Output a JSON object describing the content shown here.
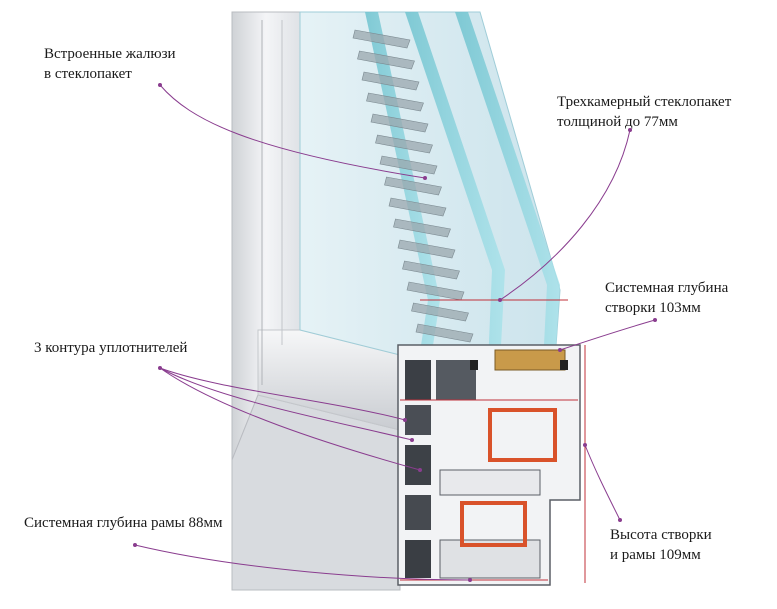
{
  "callouts": {
    "blinds": {
      "line1": "Встроенные жалюзи",
      "line2": "в стеклопакет"
    },
    "glazing": {
      "line1": "Трехкамерный стеклопакет",
      "line2": "толщиной до 77мм"
    },
    "sash_depth": {
      "line1": "Системная глубина",
      "line2": "створки 103мм"
    },
    "seals": {
      "line1": "3 контура уплотнителей"
    },
    "frame_depth": {
      "line1": "Системная глубина рамы 88мм"
    },
    "height": {
      "line1": "Высота створки",
      "line2": "и рамы 109мм"
    }
  },
  "colors": {
    "leader": "#8a3d8f",
    "dimension": "#c0303a",
    "reinforcement": "#d9522a",
    "profile": "#f2f3f5",
    "glass": "#cfe6ee"
  }
}
